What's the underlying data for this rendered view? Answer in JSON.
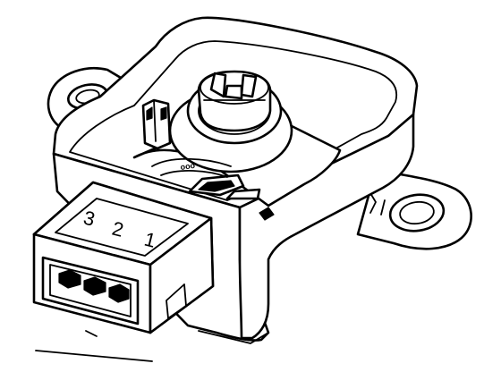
{
  "connector": {
    "pin_labels": [
      "3",
      "2",
      "1"
    ]
  },
  "sensor": {
    "index_marks": "ooo"
  }
}
